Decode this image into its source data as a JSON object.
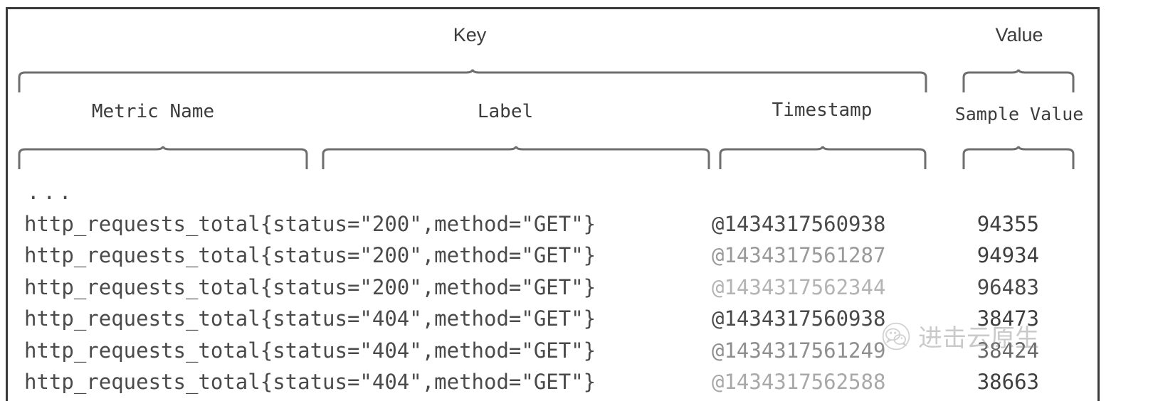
{
  "diagram": {
    "title_key": "Key",
    "title_value": "Value",
    "columns": [
      {
        "id": "metric-name",
        "label": "Metric Name"
      },
      {
        "id": "label",
        "label": "Label"
      },
      {
        "id": "timestamp",
        "label": "Timestamp"
      },
      {
        "id": "sample-value",
        "label": "Sample Value"
      }
    ],
    "ellipsis": "...",
    "rows": [
      {
        "series": "http_requests_total{status=\"200\",method=\"GET\"}",
        "timestamp": "@1434317560938",
        "value": "94355",
        "ts_color": "#4a4a4a",
        "val_color": "#3f3f3f"
      },
      {
        "series": "http_requests_total{status=\"200\",method=\"GET\"}",
        "timestamp": "@1434317561287",
        "value": "94934",
        "ts_color": "#9a9a9a",
        "val_color": "#3f3f3f"
      },
      {
        "series": "http_requests_total{status=\"200\",method=\"GET\"}",
        "timestamp": "@1434317562344",
        "value": "96483",
        "ts_color": "#b4b4b4",
        "val_color": "#4a4a4a"
      },
      {
        "series": "http_requests_total{status=\"404\",method=\"GET\"}",
        "timestamp": "@1434317560938",
        "value": "38473",
        "ts_color": "#4a4a4a",
        "val_color": "#3f3f3f"
      },
      {
        "series": "http_requests_total{status=\"404\",method=\"GET\"}",
        "timestamp": "@1434317561249",
        "value": "38424",
        "ts_color": "#8f8f8f",
        "val_color": "#6a6a6a"
      },
      {
        "series": "http_requests_total{status=\"404\",method=\"GET\"}",
        "timestamp": "@1434317562588",
        "value": "38663",
        "ts_color": "#a8a8a8",
        "val_color": "#3f3f3f"
      }
    ],
    "watermark": {
      "text": "进击云原生",
      "icon": "wechat-icon"
    },
    "colors": {
      "border": "#3a3a3a",
      "text": "#3c3c3c",
      "brace": "#6e6e6e",
      "background": "#ffffff"
    }
  }
}
